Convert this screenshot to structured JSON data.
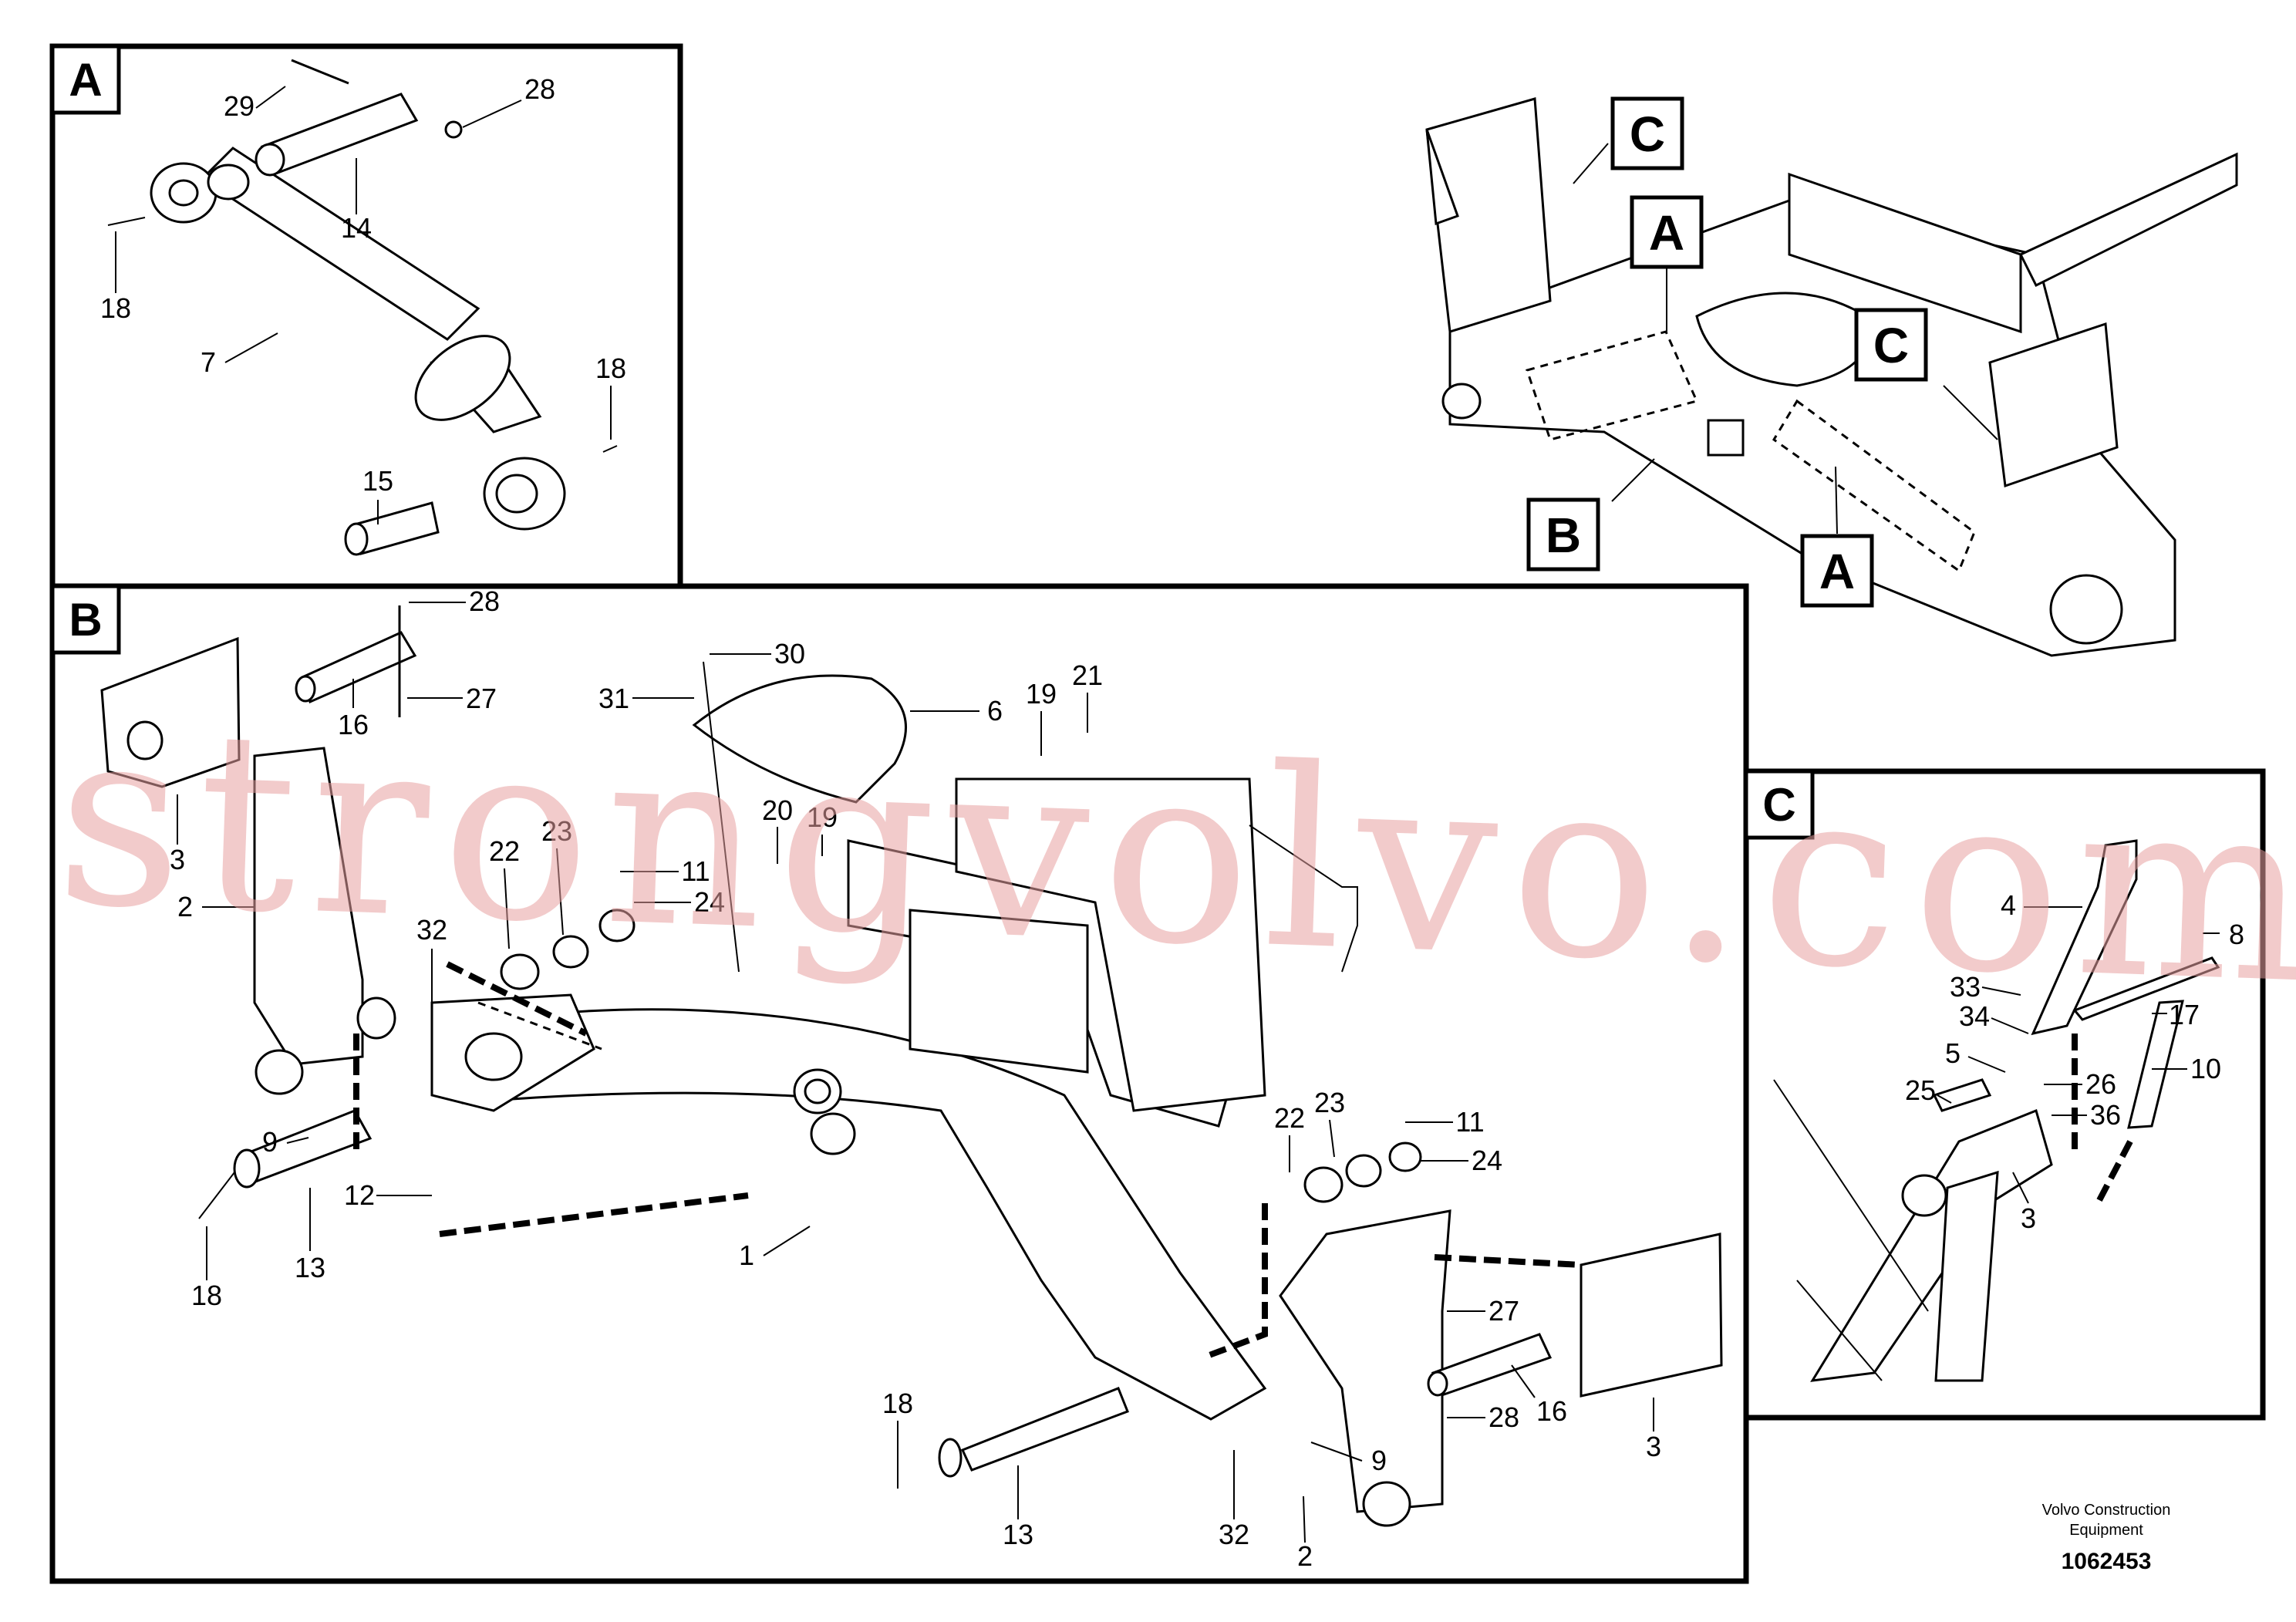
{
  "frames": {
    "A": "A",
    "B": "B",
    "C": "C"
  },
  "overview_refs": [
    "C",
    "A",
    "C",
    "B",
    "A"
  ],
  "callouts_A": [
    "29",
    "28",
    "14",
    "18",
    "7",
    "18",
    "15"
  ],
  "callouts_B": [
    "28",
    "27",
    "16",
    "3",
    "2",
    "30",
    "31",
    "6",
    "19",
    "21",
    "20",
    "19",
    "22",
    "23",
    "11",
    "24",
    "32",
    "9",
    "12",
    "13",
    "18",
    "1",
    "22",
    "23",
    "11",
    "24",
    "27",
    "16",
    "28",
    "3",
    "9",
    "18",
    "13",
    "32",
    "2"
  ],
  "callouts_C": [
    "4",
    "8",
    "33",
    "34",
    "17",
    "5",
    "10",
    "26",
    "25",
    "36",
    "3"
  ],
  "watermark": "strongvolvo.com",
  "footer": {
    "brand_line1": "Volvo Construction",
    "brand_line2": "Equipment",
    "doc_number": "1062453"
  }
}
